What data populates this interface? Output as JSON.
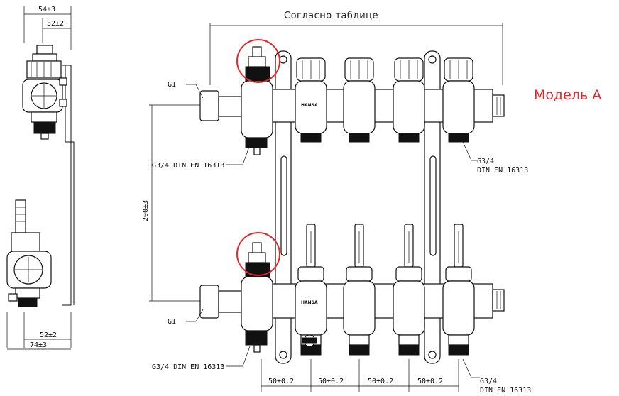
{
  "model_label": "Модель А",
  "top_dimension_label": "Согласно таблице",
  "side_view": {
    "top_width": "54±3",
    "top_offset": "32±2",
    "bottom_offset": "52±2",
    "bottom_width": "74±3"
  },
  "front_view": {
    "height_dimension": "200±3",
    "inlet_label_top": "G1",
    "inlet_label_bottom": "G1",
    "drain_label_top": "G3/4 DIN EN 16313",
    "drain_label_bottom": "G3/4 DIN EN 16313",
    "outlet_label_top_line1": "G3/4",
    "outlet_label_top_line2": "DIN EN 16313",
    "outlet_label_bottom_line1": "G3/4",
    "outlet_label_bottom_line2": "DIN EN 16313",
    "spacing_labels": [
      "50±0.2",
      "50±0.2",
      "50±0.2",
      "50±0.2"
    ],
    "brand_text": "HANSA"
  },
  "colors": {
    "highlight": "#e0282e",
    "line": "#111111"
  }
}
